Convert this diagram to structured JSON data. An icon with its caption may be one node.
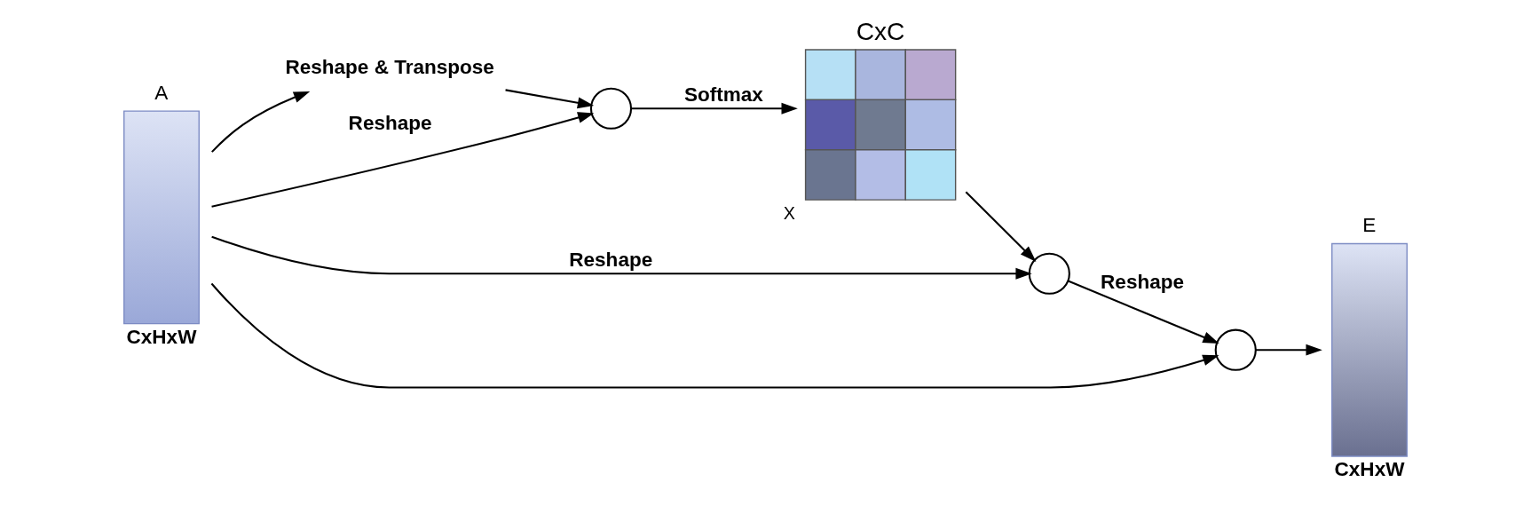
{
  "diagram": {
    "nodes": [
      {
        "text": [
          "A",
          "CxHxW"
        ]
      },
      {
        "text": [
          "Reshape & Transpose"
        ]
      },
      {
        "text": [],
        "shape": "circle"
      },
      {
        "text": [
          "CxC"
        ],
        "beside": [
          "X"
        ]
      },
      {
        "text": [],
        "shape": "circle"
      },
      {
        "text": [],
        "shape": "circle"
      },
      {
        "text": [
          "E",
          "CxHxW"
        ]
      }
    ],
    "edges": [
      {
        "from": 0,
        "to": 4,
        "arrow": "to",
        "label": "Reshape"
      },
      {
        "from": 0,
        "to": 2,
        "arrow": "to",
        "label": "Reshape"
      },
      {
        "from": 0,
        "to": 1,
        "arrow": "to"
      },
      {
        "from": 1,
        "to": 2,
        "arrow": "to"
      },
      {
        "from": 2,
        "to": 3,
        "arrow": "to",
        "label": "Softmax"
      },
      {
        "from": 3,
        "to": 4,
        "arrow": "to"
      },
      {
        "from": 4,
        "to": 5,
        "arrow": "to",
        "label": "Reshape"
      },
      {
        "from": 0,
        "to": 5,
        "arrow": "to"
      },
      {
        "from": 5,
        "to": 6,
        "arrow": "to"
      }
    ]
  }
}
